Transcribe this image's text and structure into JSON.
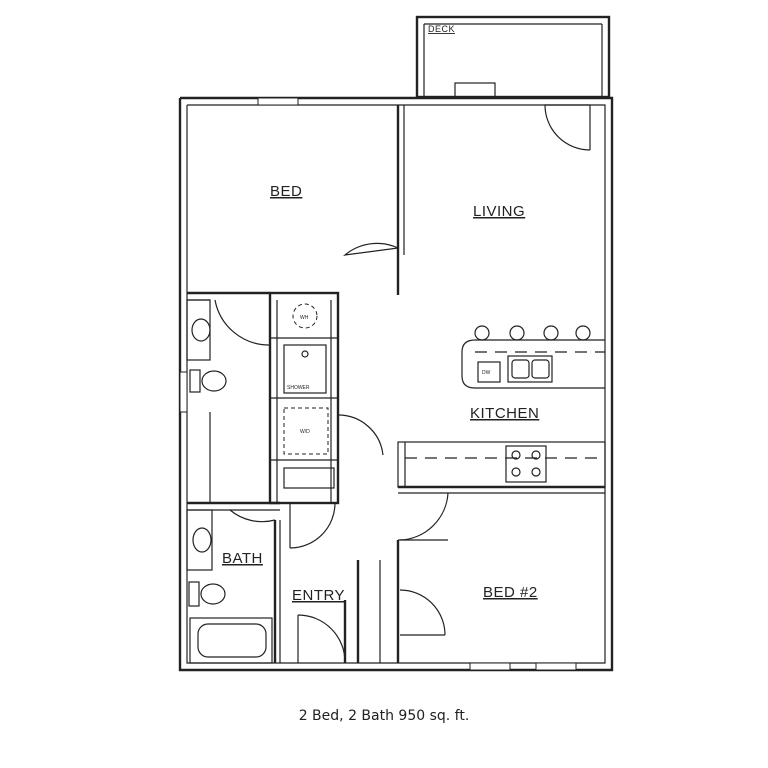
{
  "rooms": {
    "deck": "DECK",
    "bed": "BED",
    "living": "LIVING",
    "kitchen": "KITCHEN",
    "bath": "BATH",
    "entry": "ENTRY",
    "bed2": "BED #2"
  },
  "fixtures": {
    "water_heater": "WH",
    "shower": "SHOWER",
    "washer_dryer": "W/D",
    "dishwasher": "DW"
  },
  "caption": "2 Bed, 2 Bath 950 sq. ft."
}
